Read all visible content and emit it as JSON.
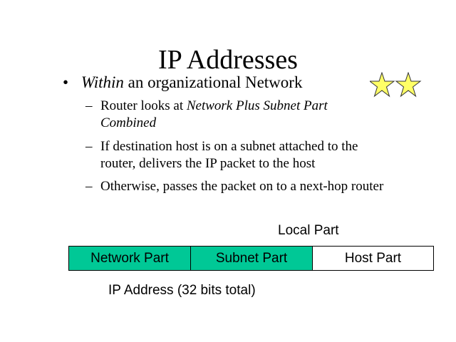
{
  "title": "IP Addresses",
  "bullet": {
    "italic": "Within",
    "rest": " an organizational Network"
  },
  "sub_bullets": [
    {
      "dash": "–",
      "line1": "Router looks at ",
      "line1_italic": "Network Plus Subnet Part",
      "line2_italic": "Combined"
    },
    {
      "dash": "–",
      "line1": "If destination host is on a subnet attached to the",
      "line2": "router, delivers the IP packet to the host"
    },
    {
      "dash": "–",
      "line1": "Otherwise, passes the packet on to a next-hop router"
    }
  ],
  "diagram": {
    "local_part_label": "Local Part",
    "parts": [
      "Network Part",
      "Subnet Part",
      "Host Part"
    ],
    "caption": "IP Address (32 bits total)",
    "colors": {
      "green": "#00c896",
      "star": "#ffff66"
    }
  },
  "icons": [
    "star-icon",
    "star-icon"
  ]
}
